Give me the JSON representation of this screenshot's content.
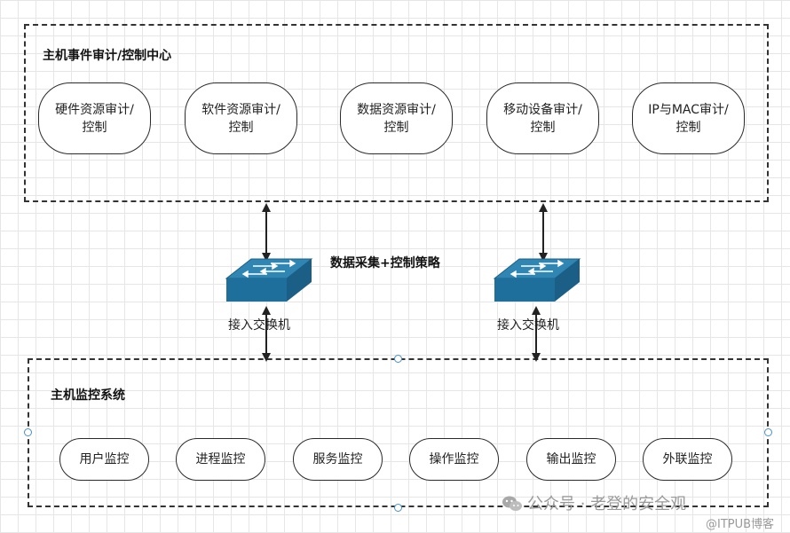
{
  "top_group": {
    "title": "主机事件审计/控制中心",
    "items": [
      {
        "label": "硬件资源审计/控制"
      },
      {
        "label": "软件资源审计/控制"
      },
      {
        "label": "数据资源审计/控制"
      },
      {
        "label": "移动设备审计/控制"
      },
      {
        "label": "IP与MAC审计/控制"
      }
    ]
  },
  "middle": {
    "center_label": "数据采集+控制策略",
    "switches": [
      {
        "label": "接入交换机",
        "icon": "network-switch-icon"
      },
      {
        "label": "接入交换机",
        "icon": "network-switch-icon"
      }
    ]
  },
  "bottom_group": {
    "title": "主机监控系统",
    "items": [
      {
        "label": "用户监控"
      },
      {
        "label": "进程监控"
      },
      {
        "label": "服务监控"
      },
      {
        "label": "操作监控"
      },
      {
        "label": "输出监控"
      },
      {
        "label": "外联监控"
      }
    ]
  },
  "watermarks": {
    "wechat": "公众号 · 老登的安全观",
    "itpub": "@ITPUB博客"
  },
  "colors": {
    "switch_top": "#2f86b3",
    "switch_side": "#1b5f86",
    "selection_handle": "#4a90c8"
  }
}
